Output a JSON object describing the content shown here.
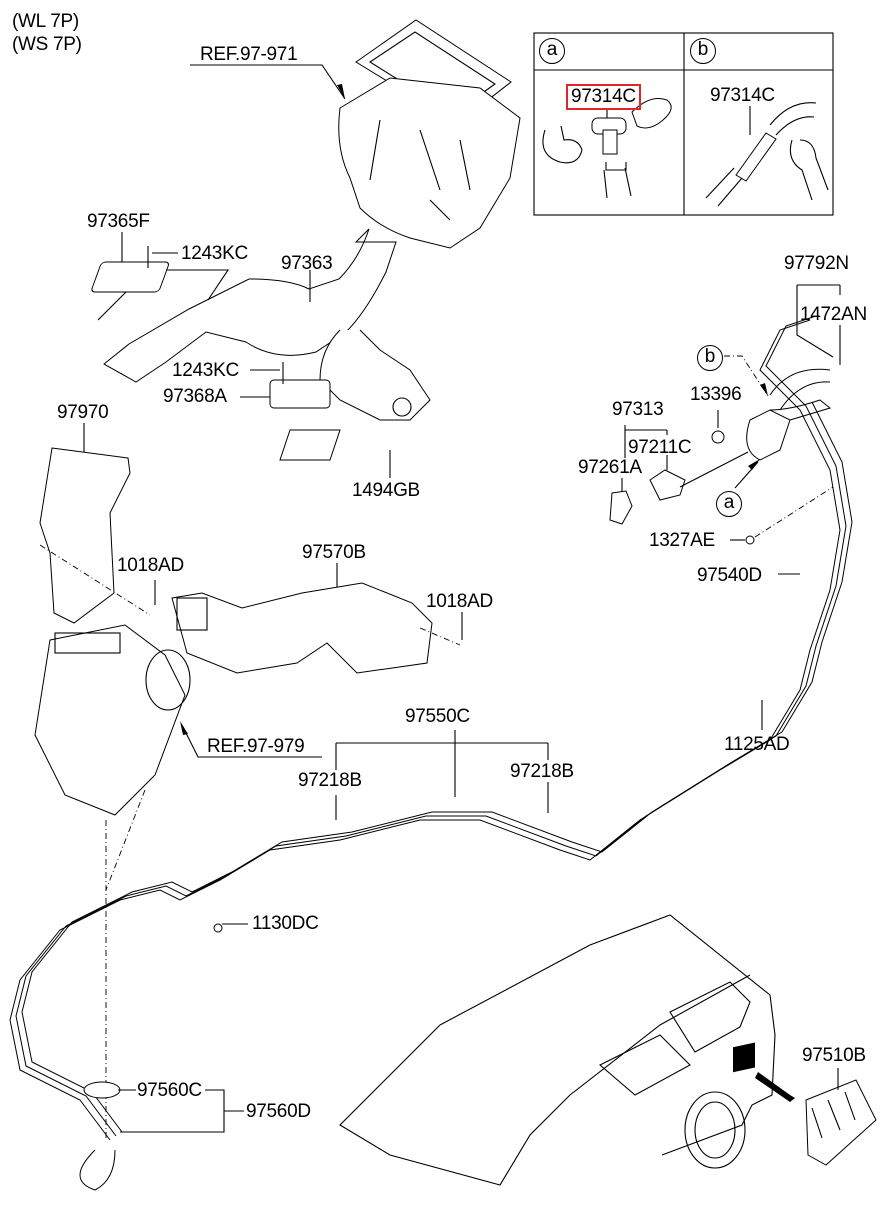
{
  "header": {
    "variant_lines": [
      "(WL 7P)",
      "(WS 7P)"
    ]
  },
  "detail_box": {
    "panels": [
      {
        "marker": "a",
        "part_no": "97314C",
        "highlighted": true
      },
      {
        "marker": "b",
        "part_no": "97314C",
        "highlighted": false
      }
    ],
    "highlight_color": "#e0262a"
  },
  "references": [
    "REF.97-971",
    "REF.97-979"
  ],
  "labels": {
    "p97365F": "97365F",
    "p1243KC_a": "1243KC",
    "p97363": "97363",
    "p1243KC_b": "1243KC",
    "p97368A": "97368A",
    "p1494GB": "1494GB",
    "p97970": "97970",
    "p1018AD_a": "1018AD",
    "p97570B": "97570B",
    "p1018AD_b": "1018AD",
    "p97550C": "97550C",
    "p97218B_a": "97218B",
    "p97218B_b": "97218B",
    "p1125AD": "1125AD",
    "p1130DC": "1130DC",
    "p97560C": "97560C",
    "p97560D": "97560D",
    "p97510B": "97510B",
    "p97792N": "97792N",
    "p1472AN": "1472AN",
    "p13396": "13396",
    "p97313": "97313",
    "p97211C": "97211C",
    "p97261A": "97261A",
    "p1327AE": "1327AE",
    "p97540D": "97540D"
  },
  "callouts": {
    "a": "a",
    "b": "b"
  }
}
